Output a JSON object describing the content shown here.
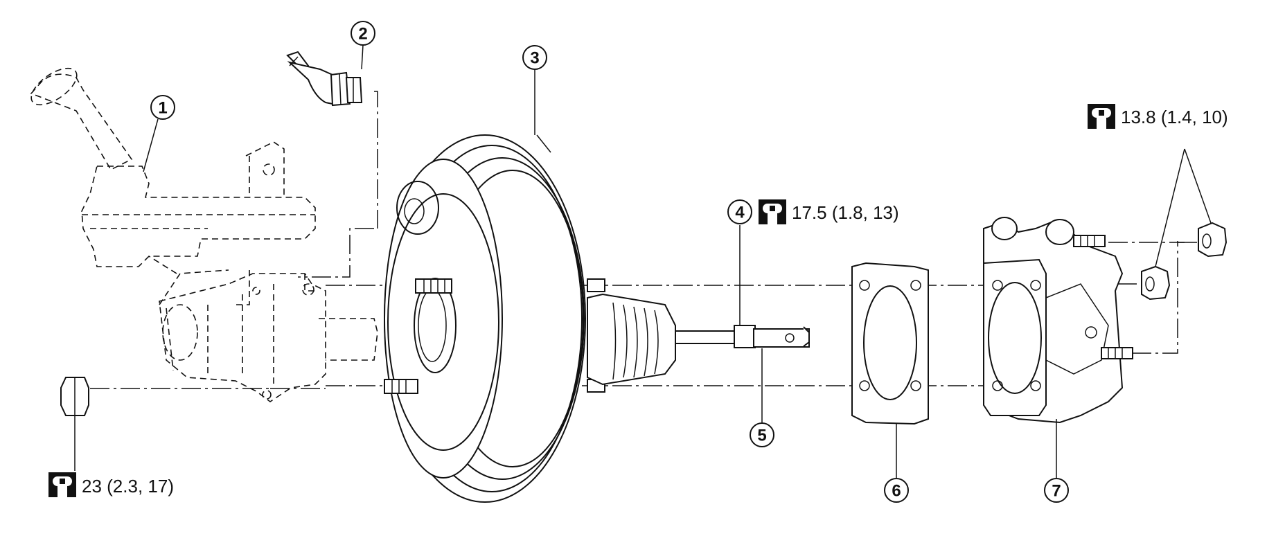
{
  "callouts": [
    {
      "num": "1"
    },
    {
      "num": "2"
    },
    {
      "num": "3"
    },
    {
      "num": "4"
    },
    {
      "num": "5"
    },
    {
      "num": "6"
    },
    {
      "num": "7"
    }
  ],
  "torque": {
    "nut_left": "23 (2.3, 17)",
    "rod_nut": "17.5 (1.8, 13)",
    "nuts_right": "13.8 (1.4, 10)"
  },
  "icons": [
    "torque-wrench-icon"
  ]
}
